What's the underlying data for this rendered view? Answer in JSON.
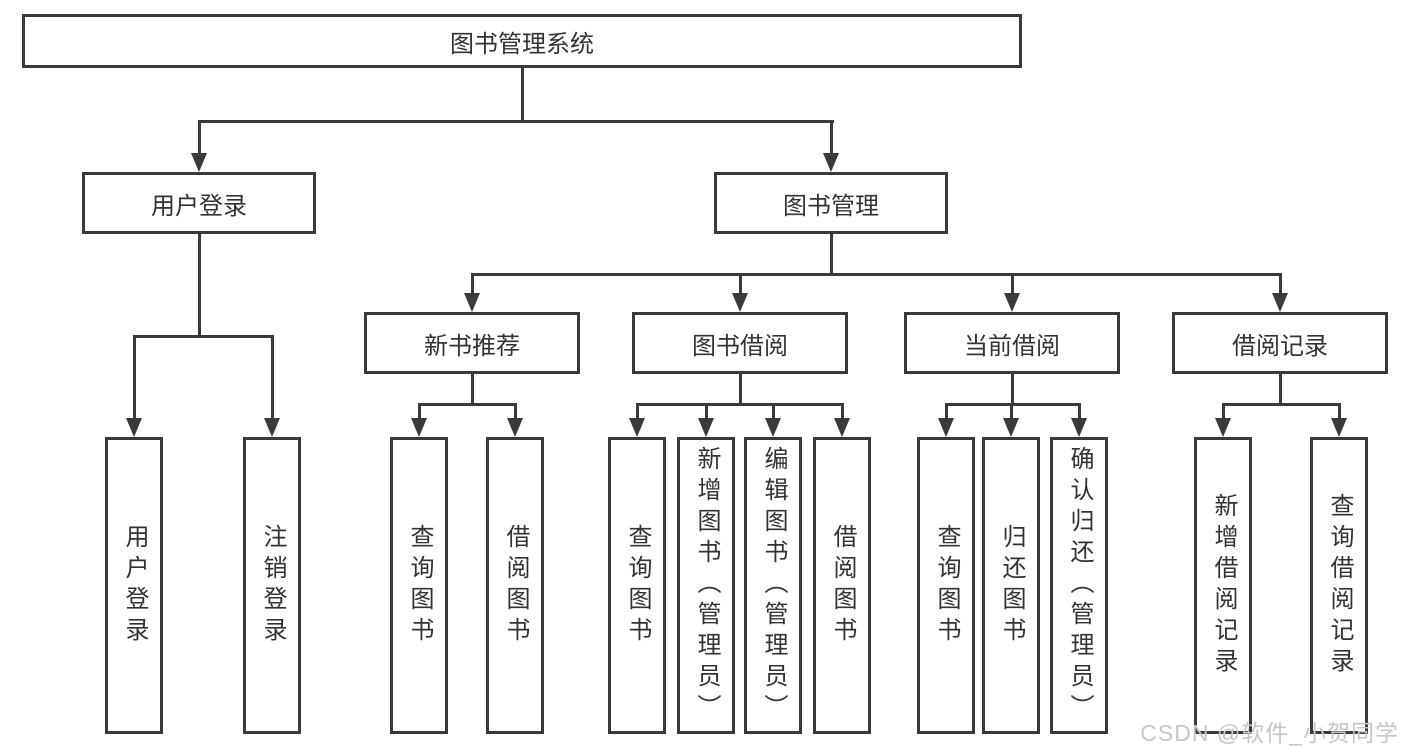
{
  "diagram_type": "hierarchy-tree",
  "colors": {
    "line": "#3a3a3a",
    "text": "#333333",
    "background": "#ffffff",
    "watermark": "#c3c6cb"
  },
  "nodes": {
    "root": "图书管理系统",
    "user_login": "用户登录",
    "book_mgmt": "图书管理",
    "new_book_rec": "新书推荐",
    "book_borrow": "图书借阅",
    "current_borrow": "当前借阅",
    "borrow_records": "借阅记录",
    "leaf_user_login": "用户登录",
    "leaf_logout": "注销登录",
    "leaf_query_book_rec": "查询图书",
    "leaf_borrow_book_rec": "借阅图书",
    "leaf_query_book_borrow": "查询图书",
    "leaf_add_book": "新增图书（管理员）",
    "leaf_edit_book": "编辑图书（管理员）",
    "leaf_borrow_book_borrow": "借阅图书",
    "leaf_query_book_current": "查询图书",
    "leaf_return_book": "归还图书",
    "leaf_confirm_return": "确认归还（管理员）",
    "leaf_add_borrow_record": "新增借阅记录",
    "leaf_query_borrow_record": "查询借阅记录"
  },
  "watermark": "CSDN @软件_小贺同学"
}
